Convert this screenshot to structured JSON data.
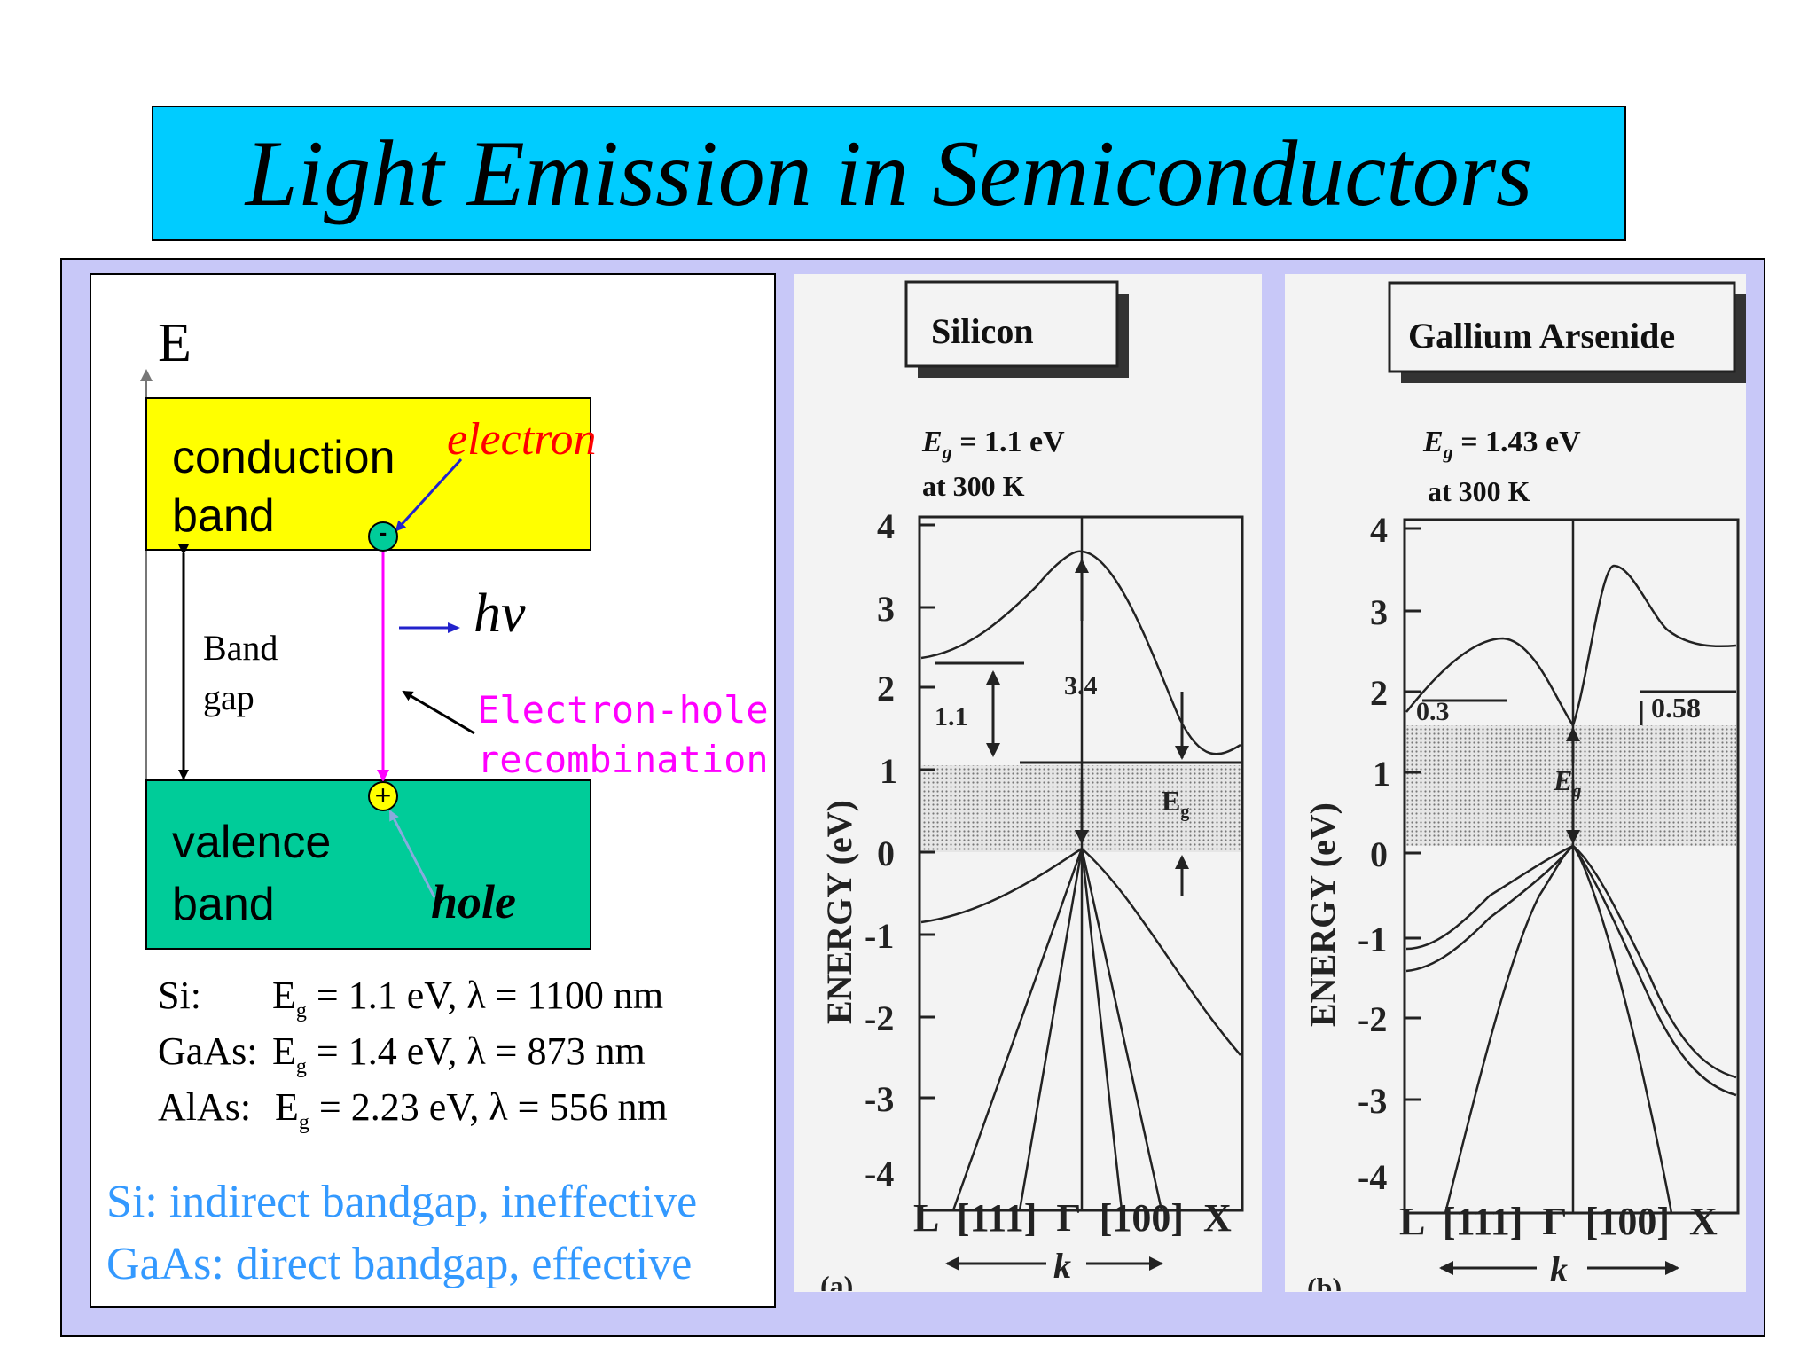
{
  "title": "Light Emission in Semiconductors",
  "diagram": {
    "axis_label": "E",
    "conduction_band": [
      "conduction",
      "band"
    ],
    "valence_band": [
      "valence",
      "band"
    ],
    "band_gap": [
      "Band",
      "gap"
    ],
    "electron_label": "electron",
    "electron_symbol": "-",
    "hole_symbol": "+",
    "photon_label": "hν",
    "recombination_label": [
      "Electron-hole",
      "recombination"
    ],
    "hole_label": "hole"
  },
  "materials": [
    {
      "name": "Si:",
      "eg": "= 1.1 eV,",
      "lambda": "λ = 1100 nm"
    },
    {
      "name": "GaAs:",
      "eg": "= 1.4 eV,",
      "lambda": "λ = 873 nm"
    },
    {
      "name": "AlAs:",
      "eg": "= 2.23 eV,",
      "lambda": "λ = 556 nm"
    }
  ],
  "eg_symbol": "E",
  "eg_subscript": "g",
  "notes": [
    "Si: indirect bandgap, ineffective",
    "GaAs: direct bandgap, effective"
  ],
  "silicon": {
    "name": "Silicon",
    "eg_line": "= 1.1 eV",
    "temp": "at 300 K",
    "y_label": "ENERGY (eV)",
    "y_ticks": [
      "4",
      "3",
      "2",
      "1",
      "0",
      "-1",
      "-2",
      "-3",
      "-4"
    ],
    "x_label": "L  [111]  Γ  [100]  X",
    "k_label": "k",
    "gap_label": "1.1",
    "direct_label": "3.4",
    "eg_label": "E",
    "panel_tag": "(a)"
  },
  "gaas": {
    "name": "Gallium Arsenide",
    "eg_line": "= 1.43 eV",
    "temp": "at 300 K",
    "y_label": "ENERGY (eV)",
    "y_ticks": [
      "4",
      "3",
      "2",
      "1",
      "0",
      "-1",
      "-2",
      "-3",
      "-4"
    ],
    "x_label": "L  [111]  Γ  [100]  X",
    "k_label": "k",
    "left_gap": "0.3",
    "right_gap": "0.58",
    "eg_label": "E",
    "panel_tag": "(b)"
  },
  "colors": {
    "title_bg": "#00ccff",
    "panel_bg": "#c8c8f8",
    "conduction": "#ffff00",
    "valence": "#00cc99",
    "electron_text": "#ff0000",
    "recombination": "#ff00ff",
    "notes": "#3399ff"
  }
}
